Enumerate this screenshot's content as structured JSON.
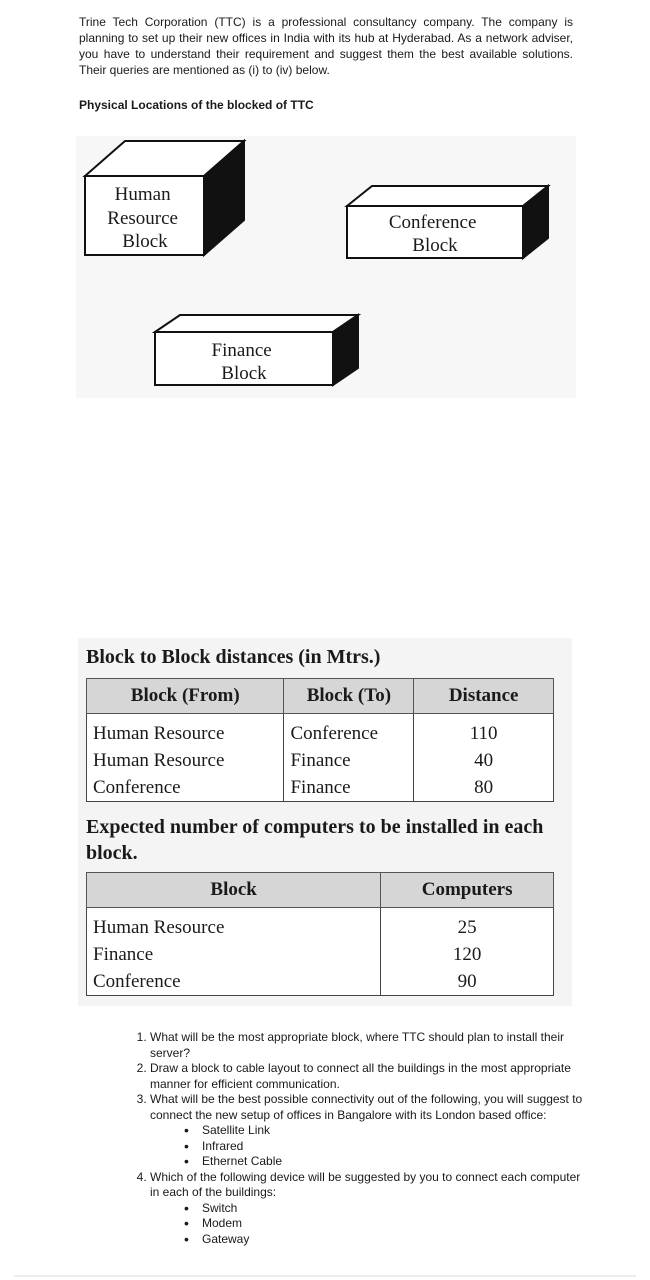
{
  "intro": "Trine Tech Corporation (TTC) is a professional consultancy company. The company is planning to set up their new offices in India with its hub at Hyderabad. As a network adviser, you have to understand their requirement and suggest them the best available solutions. Their queries are mentioned as (i) to (iv) below.",
  "locations_heading": "Physical Locations of the blocked of TTC",
  "blocks": {
    "hr": [
      "Human",
      "Resource",
      "Block"
    ],
    "conference": [
      "Conference",
      "Block"
    ],
    "finance": [
      "Finance",
      "Block"
    ]
  },
  "distance_table": {
    "title": "Block to Block distances (in Mtrs.)",
    "headers": [
      "Block (From)",
      "Block (To)",
      "Distance"
    ],
    "rows": [
      [
        "Human Resource",
        "Conference",
        "110"
      ],
      [
        "Human Resource",
        "Finance",
        "40"
      ],
      [
        "Conference",
        "Finance",
        "80"
      ]
    ]
  },
  "computers_table": {
    "title": "Expected number of computers to be installed in each block.",
    "headers": [
      "Block",
      "Computers"
    ],
    "rows": [
      [
        "Human Resource",
        "25"
      ],
      [
        "Finance",
        "120"
      ],
      [
        "Conference",
        "90"
      ]
    ]
  },
  "questions": [
    {
      "text": "What will be the most appropriate block, where TTC should plan to install their server?"
    },
    {
      "text": "Draw a block to cable layout to connect all the buildings in the most appropriate manner for efficient communication."
    },
    {
      "text": "What will be the best possible connectivity out of the following, you will suggest to connect the new setup of offices in Bangalore with its London based office:",
      "options": [
        "Satellite Link",
        "Infrared",
        "Ethernet Cable"
      ]
    },
    {
      "text": "Which of the following device will be suggested by you to connect each computer in each of the buildings:",
      "options": [
        "Switch",
        "Modem",
        "Gateway"
      ]
    }
  ]
}
